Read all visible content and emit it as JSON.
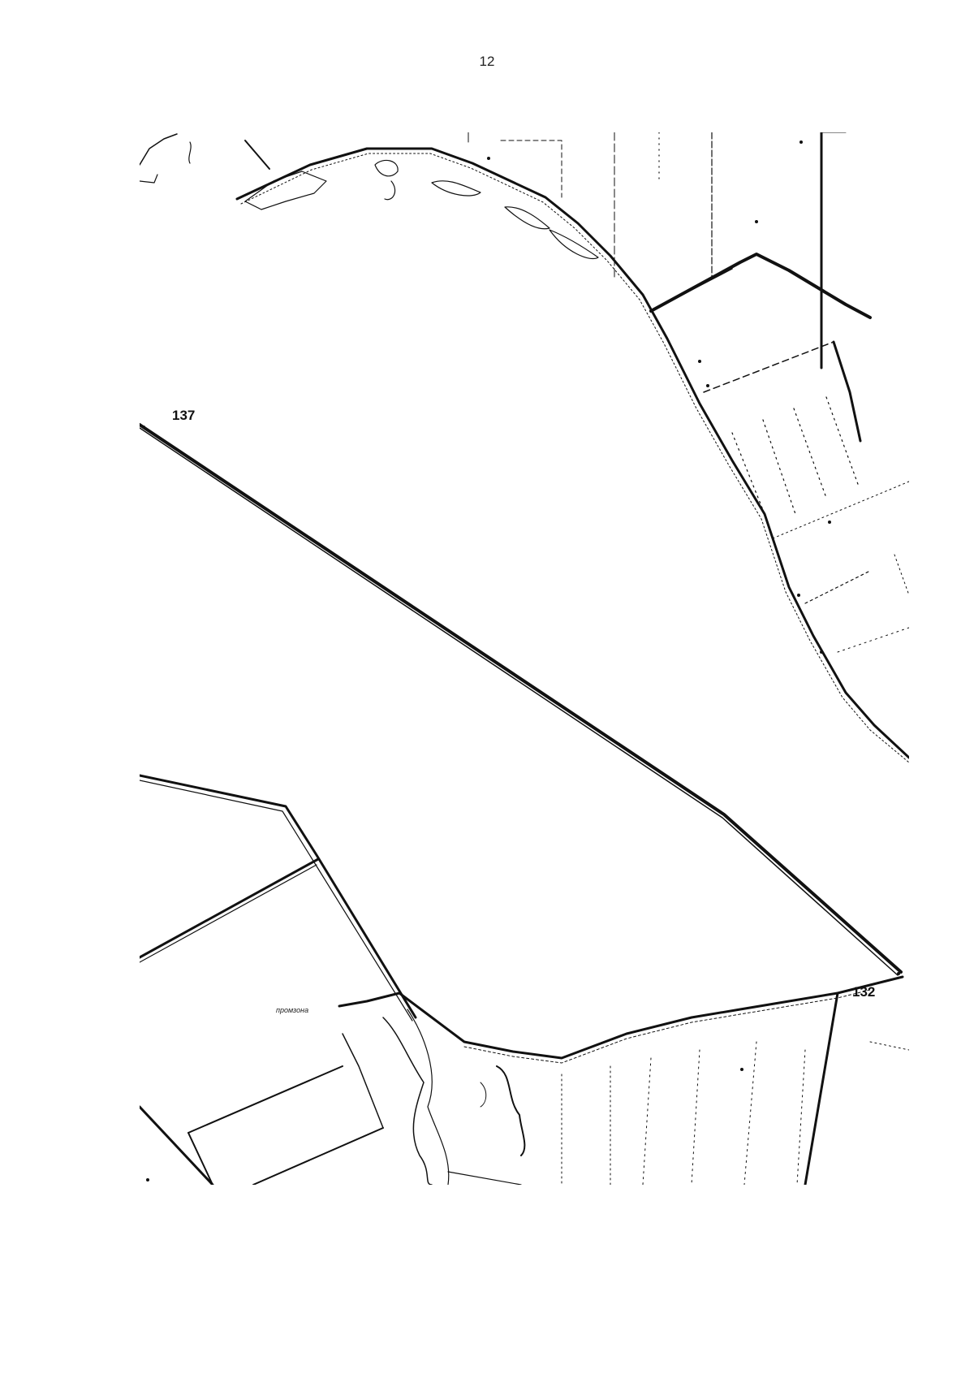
{
  "page": {
    "number": "12"
  },
  "map": {
    "labels": {
      "point_137": "137",
      "point_132": "132",
      "promzona": "промзона"
    },
    "colors": {
      "ink": "#111111",
      "paper": "#ffffff"
    }
  }
}
